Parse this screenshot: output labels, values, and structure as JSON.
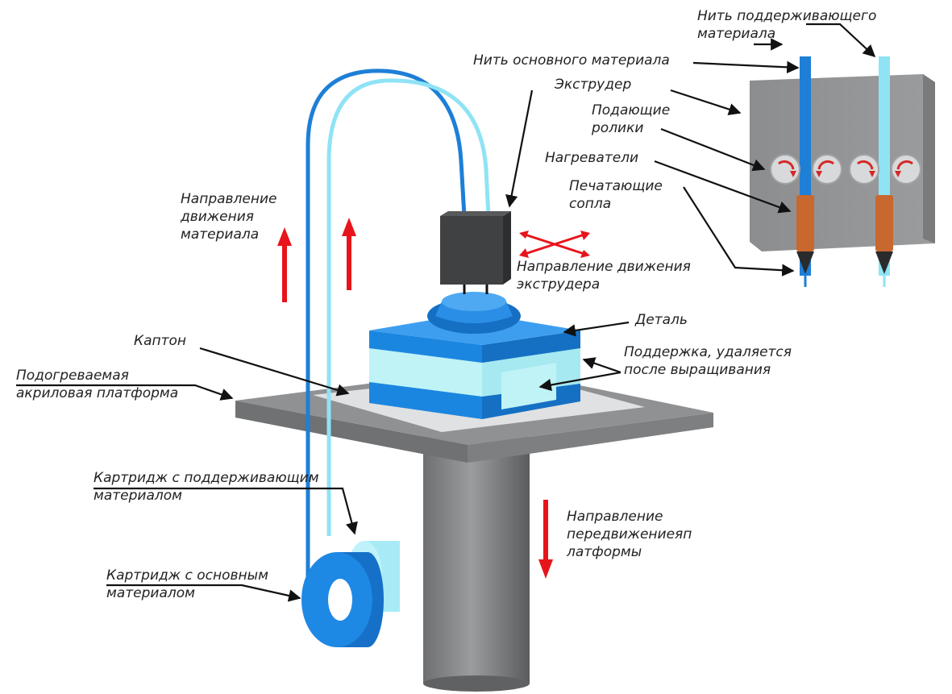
{
  "colors": {
    "main_filament": "#1e7fd6",
    "support_filament": "#8fe3f5",
    "arrow_red": "#e8141b",
    "platform_gray": "#8a8c8e",
    "extruder_gray": "#909193",
    "nozzle_orange": "#c8672e",
    "part_blue": "#1b86e0",
    "support_cyan": "#bff3f6"
  },
  "icons": [
    "roller-cw-icon",
    "roller-ccw-icon",
    "red-arrow-up-icon",
    "red-arrow-down-icon",
    "red-cross-arrows-icon"
  ],
  "labels": {
    "support_filament": [
      "Нить поддерживающего",
      "материала"
    ],
    "main_filament": "Нить основного материала",
    "extruder": "Экструдер",
    "feed_rollers": [
      "Подающие",
      "ролики"
    ],
    "heaters": "Нагреватели",
    "nozzles": [
      "Печатающие",
      "сопла"
    ],
    "material_direction": [
      "Направление",
      "движения",
      "материала"
    ],
    "extruder_direction": [
      "Направление движения",
      "экструдера"
    ],
    "part": "Деталь",
    "support": [
      "Поддержка, удаляется",
      "после выращивания"
    ],
    "kapton": "Каптон",
    "platform": [
      "Подогреваемая",
      "акриловая платформа"
    ],
    "support_cartridge": [
      "Картридж с поддерживающим",
      "материалом"
    ],
    "platform_direction": [
      "Направление",
      "передвижениeяп",
      "латформы"
    ],
    "main_cartridge": [
      "Картридж с основным",
      "материалом"
    ]
  }
}
